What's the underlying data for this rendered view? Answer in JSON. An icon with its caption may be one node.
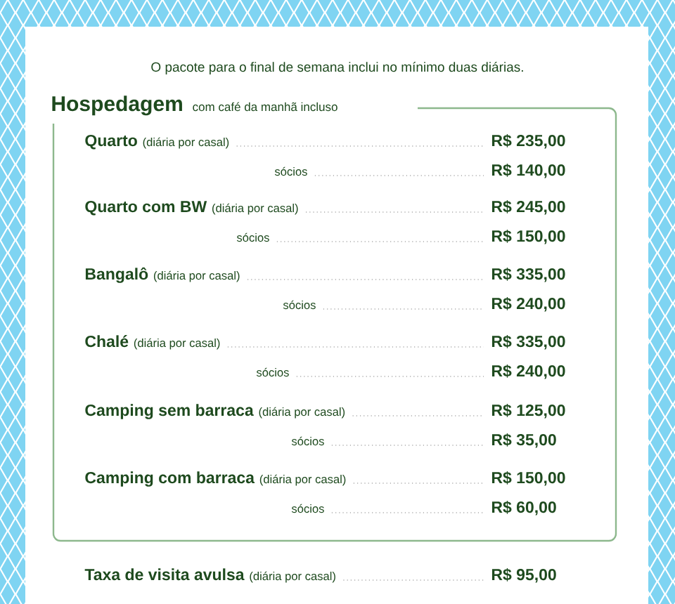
{
  "diagram": {
    "nodes": [
      {
        "text": [
          "Hospedagem",
          "com café da manhã incluso"
        ]
      }
    ],
    "edges": [],
    "labels": [
      "O pacote para o final de semana inclui no mínimo duas diárias.",
      "Quarto",
      "(diária por casal)",
      "R$ 235,00",
      "sócios",
      "R$ 140,00",
      "Quarto com BW",
      "(diária por casal)",
      "R$ 245,00",
      "sócios",
      "R$ 150,00",
      "Bangalô",
      "(diária por casal)",
      "R$ 335,00",
      "sócios",
      "R$ 240,00",
      "Chalé",
      "(diária por casal)",
      "R$ 335,00",
      "sócios",
      "R$ 240,00",
      "Camping sem barraca",
      "(diária por casal)",
      "R$ 125,00",
      "sócios",
      "R$ 35,00",
      "Camping com barraca",
      "(diária por casal)",
      "R$ 150,00",
      "sócios",
      "R$ 60,00",
      "Taxa de visita avulsa",
      "(diária por casal)",
      "R$ 95,00"
    ]
  }
}
